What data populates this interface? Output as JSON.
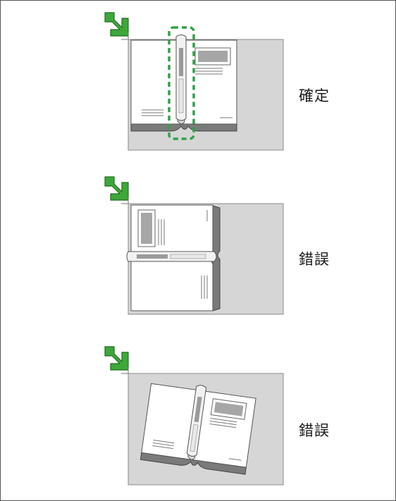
{
  "colors": {
    "frame_border": "#555555",
    "glass": "#d6d6d6",
    "arrow": "#3ea73a",
    "dashed_highlight": "#2fa14a"
  },
  "examples": [
    {
      "label": "確定",
      "status": "correct",
      "icon": "corner-arrow-icon"
    },
    {
      "label": "錯誤",
      "status": "incorrect",
      "icon": "corner-arrow-icon"
    },
    {
      "label": "錯誤",
      "status": "incorrect",
      "icon": "corner-arrow-icon"
    }
  ]
}
